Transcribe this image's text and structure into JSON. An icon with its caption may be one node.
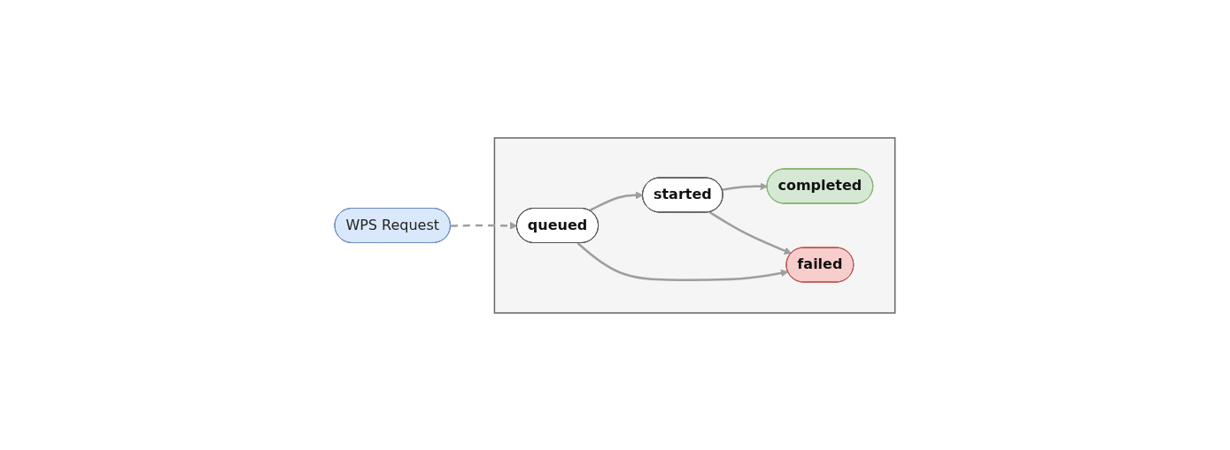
{
  "diagram": {
    "nodes": [
      {
        "text": [
          "WPS Request"
        ]
      },
      {
        "text": [],
        "shape": "box"
      },
      {
        "text": [
          "queued"
        ],
        "in": 1
      },
      {
        "text": [
          "started"
        ],
        "in": 1
      },
      {
        "text": [
          "completed"
        ],
        "in": 1
      },
      {
        "text": [
          "failed"
        ],
        "in": 1
      }
    ],
    "edges": [
      {
        "from": 0,
        "to": 2,
        "arrow": "to",
        "style": "dashed"
      },
      {
        "from": 2,
        "to": 3,
        "arrow": "to"
      },
      {
        "from": 3,
        "to": 4,
        "arrow": "to"
      },
      {
        "from": 2,
        "to": 5,
        "arrow": "to"
      },
      {
        "from": 3,
        "to": 5,
        "arrow": "to"
      }
    ]
  }
}
